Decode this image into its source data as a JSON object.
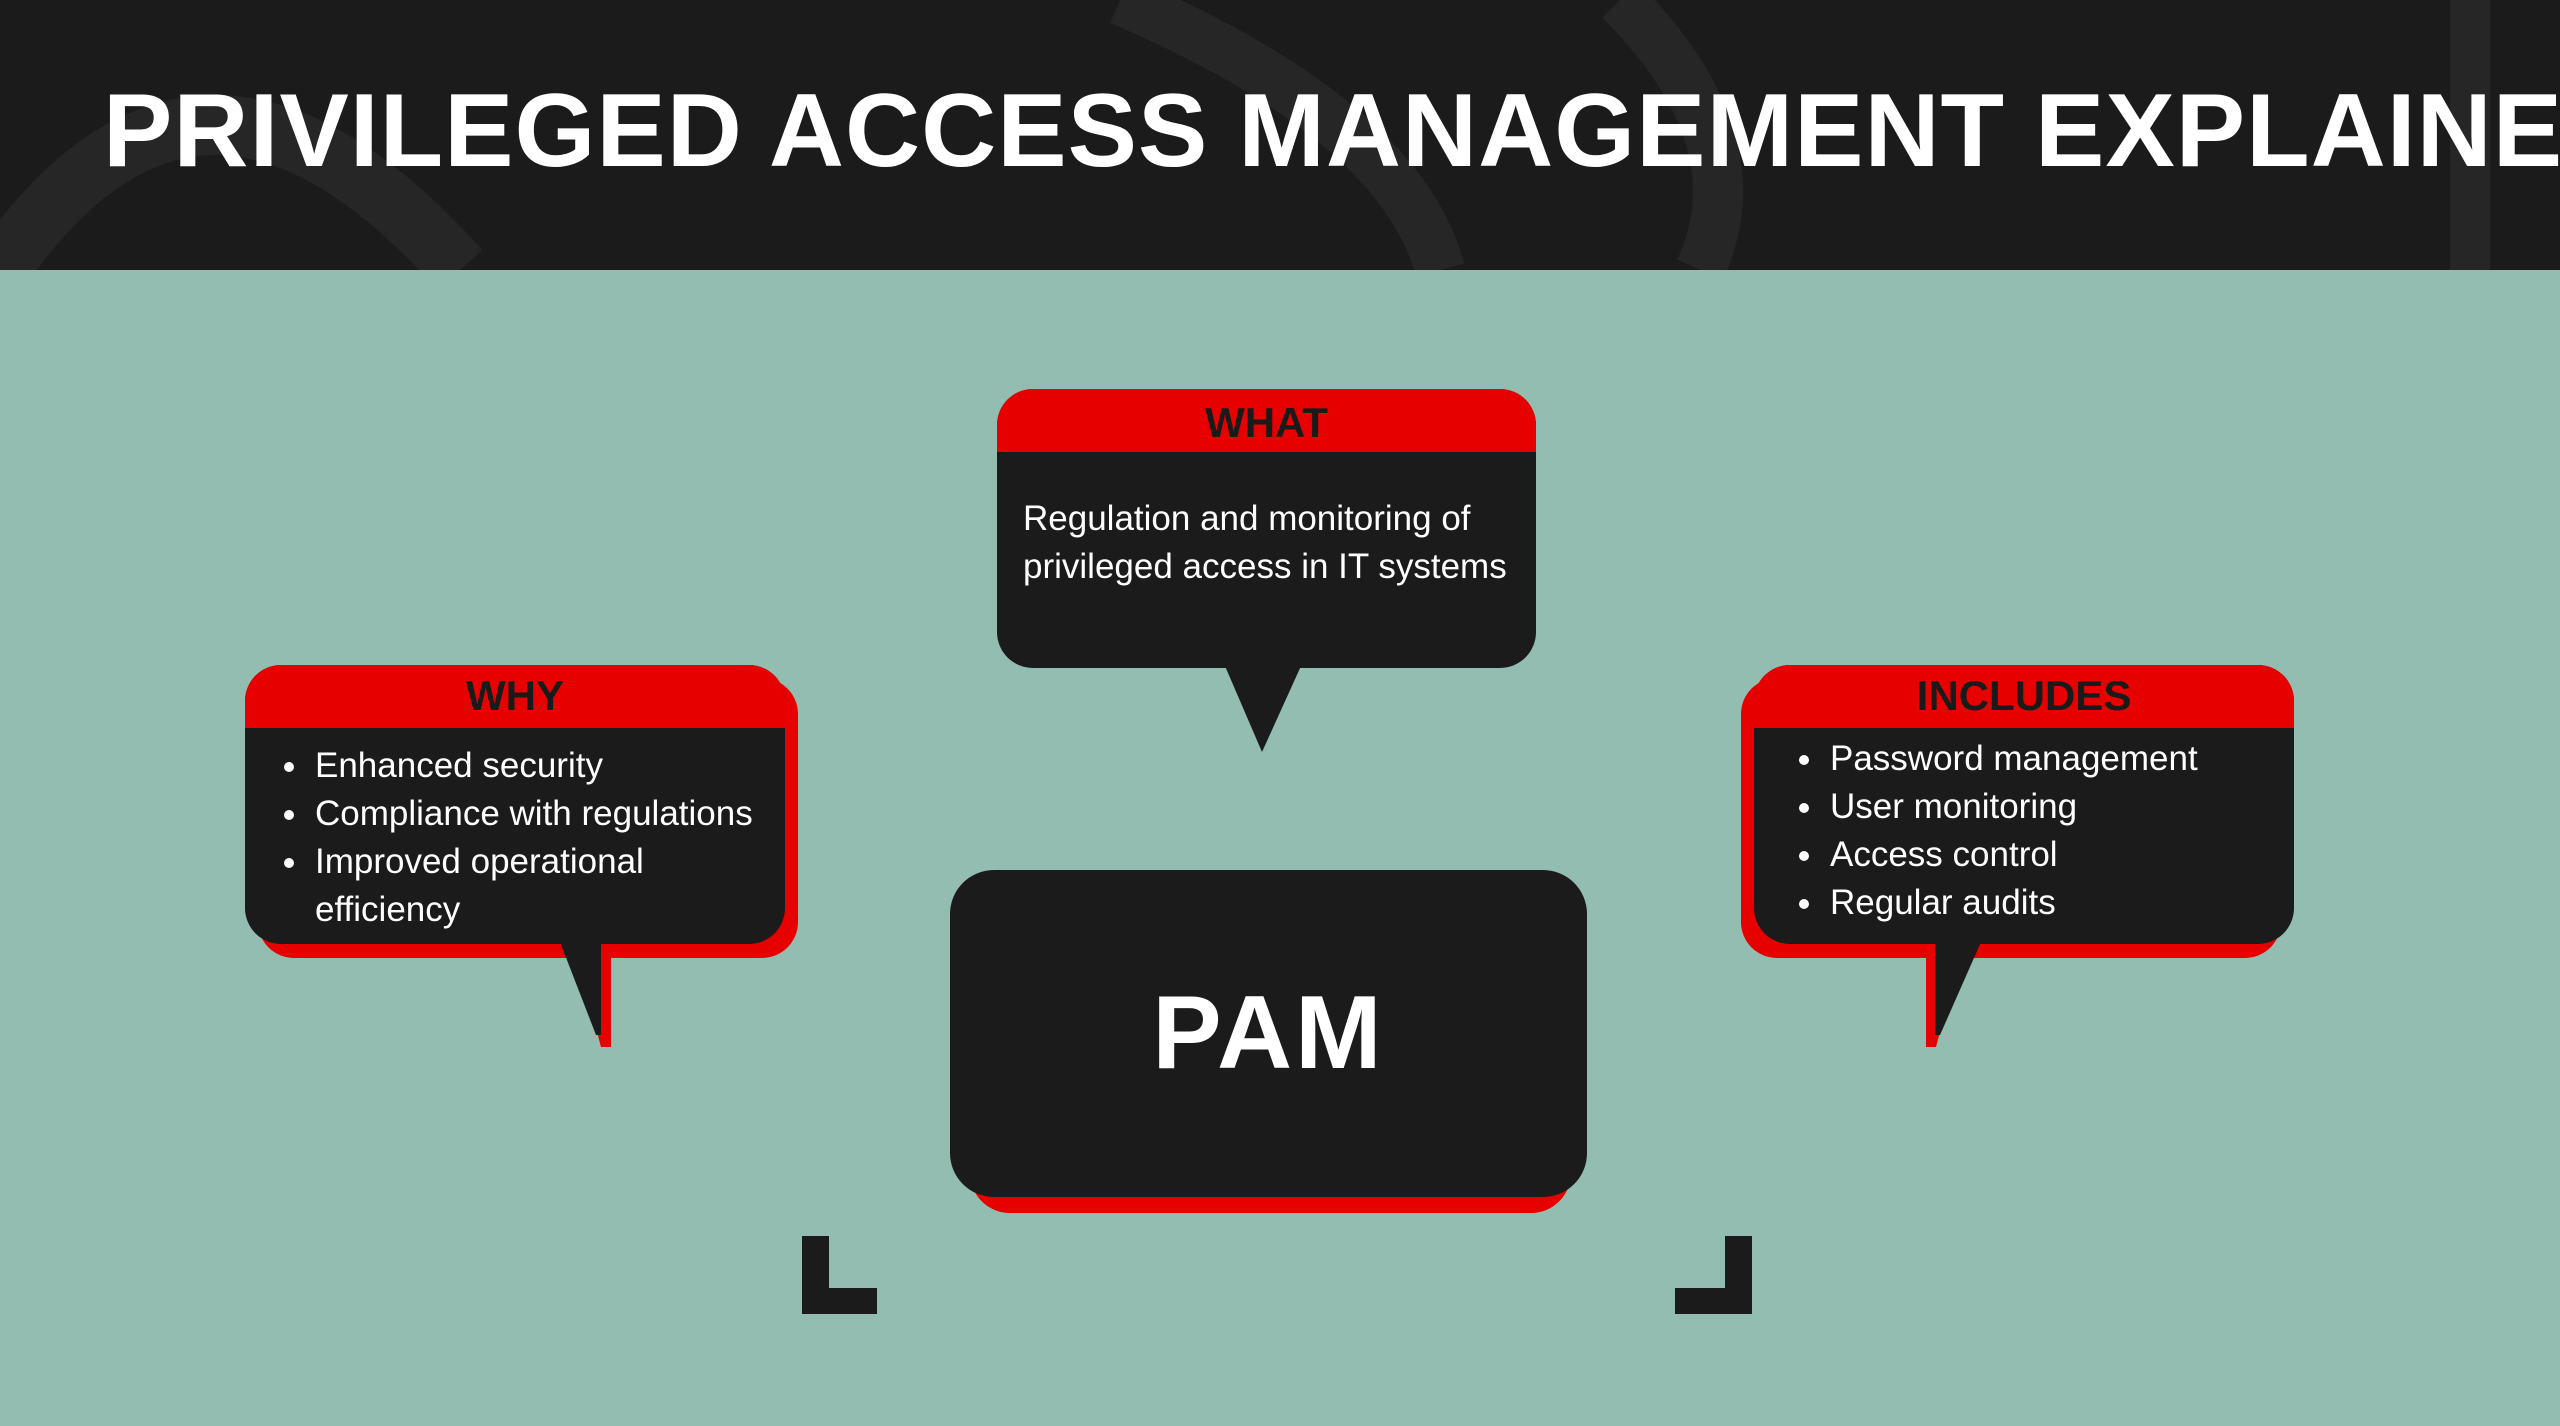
{
  "title": "PRIVILEGED ACCESS MANAGEMENT EXPLAINED",
  "colors": {
    "background": "#93bdb0",
    "header": "#1b1b1b",
    "accent": "#e60000",
    "box": "#1b1b1b"
  },
  "center": {
    "label": "PAM"
  },
  "what": {
    "heading": "WHAT",
    "text_lines": [
      "Regulation and monitoring of",
      "privileged access in IT systems"
    ]
  },
  "why": {
    "heading": "WHY",
    "items": [
      "Enhanced security",
      "Compliance with regulations",
      "Improved operational efficiency"
    ]
  },
  "includes": {
    "heading": "INCLUDES",
    "items": [
      "Password management",
      "User monitoring",
      "Access control",
      "Regular audits"
    ]
  }
}
